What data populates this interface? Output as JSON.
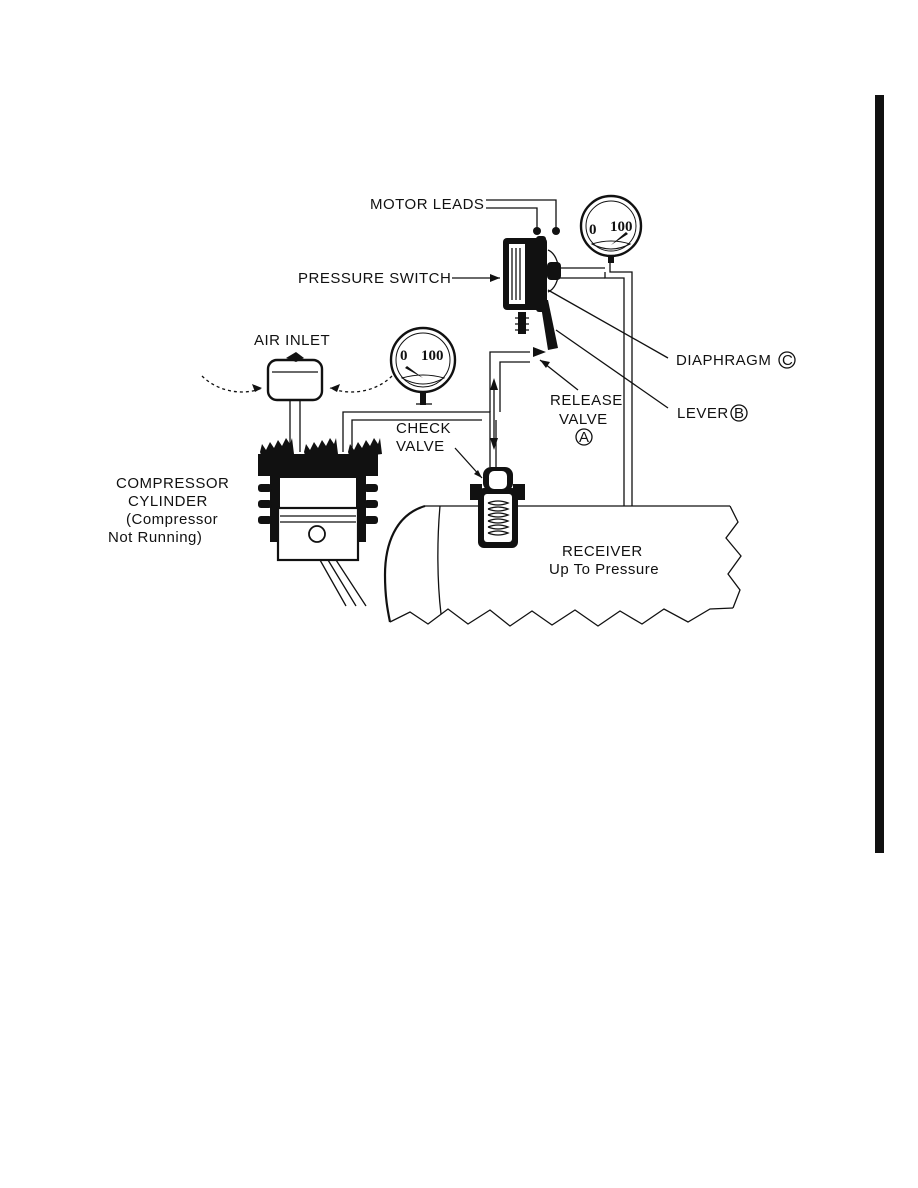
{
  "labels": {
    "motor_leads": "MOTOR LEADS",
    "pressure_switch": "PRESSURE SWITCH",
    "air_inlet": "AIR INLET",
    "diaphragm": "DIAPHRAGM",
    "diaphragm_mark": "C",
    "lever": "LEVER",
    "lever_mark": "B",
    "release_valve_line1": "RELEASE",
    "release_valve_line2": "VALVE",
    "release_valve_mark": "A",
    "check_valve_line1": "CHECK",
    "check_valve_line2": "VALVE",
    "compressor_line1": "COMPRESSOR",
    "compressor_line2": "CYLINDER",
    "compressor_line3": "(Compressor",
    "compressor_line4": "Not Running)",
    "receiver_line1": "RECEIVER",
    "receiver_line2": "Up To Pressure"
  },
  "gauges": {
    "left": {
      "min_label": "0",
      "max_label": "100",
      "reading": "low"
    },
    "right": {
      "min_label": "0",
      "max_label": "100",
      "reading": "high"
    }
  },
  "colors": {
    "ink": "#111111",
    "paper": "#ffffff"
  },
  "side_bar": "page-edge-marker"
}
